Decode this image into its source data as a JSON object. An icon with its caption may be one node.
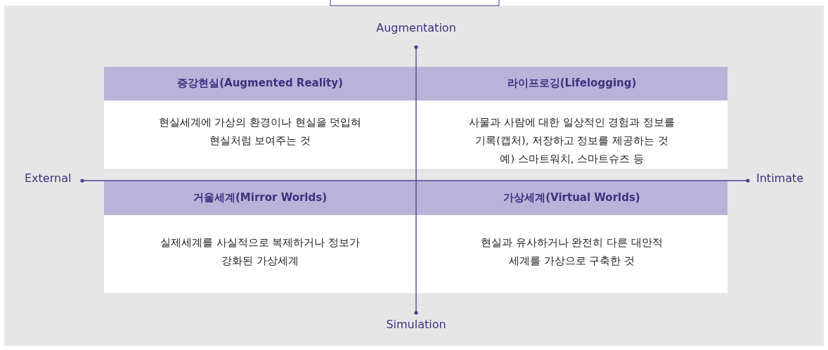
{
  "diagram": {
    "nodes": [
      {
        "text": [
          "증강현실(Augmented Reality)",
          "현실세계에 가상의 환경이나 현실을 덧입혀 현실처럼 보여주는 것"
        ]
      },
      {
        "text": [
          "라이프로깅(Lifelogging)",
          "사물과 사람에 대한 일상적인 경험과 정보를 기록(캡처), 저장하고 정보를 제공하는 것",
          "예) 스마트워치, 스마트슈즈 등"
        ]
      },
      {
        "text": [
          "거울세계(Mirror Worlds)",
          "실제세계를 사실적으로 복제하거나 정보가 강화된 가상세계"
        ]
      },
      {
        "text": [
          "가상세계(Virtual Worlds)",
          "현실과 유사하거나 완전히 다른 대안적 세계를 가상으로 구축한 것"
        ]
      }
    ],
    "labels": [
      "Augmentation",
      "External",
      "Intimate",
      "Simulation"
    ]
  }
}
